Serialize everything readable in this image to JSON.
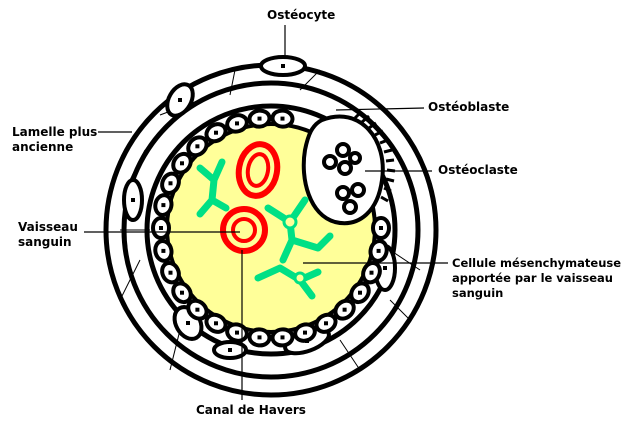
{
  "diagram": {
    "labels": {
      "osteocyte": "Ostéocyte",
      "osteoblaste": "Ostéoblaste",
      "osteoclaste": "Ostéoclaste",
      "lamelle_line1": "Lamelle plus",
      "lamelle_line2": "ancienne",
      "vaisseau_line1": "Vaisseau",
      "vaisseau_line2": "sanguin",
      "cellule_line1": "Cellule mésenchymateuse",
      "cellule_line2": "apportée par le vaisseau",
      "cellule_line3": "sanguin",
      "canal": "Canal de Havers"
    },
    "colors": {
      "canal_fill": "#ffff99",
      "vessel": "#ff0000",
      "mesenchymal": "#00e085",
      "outline": "#000000",
      "background": "#ffffff"
    }
  }
}
